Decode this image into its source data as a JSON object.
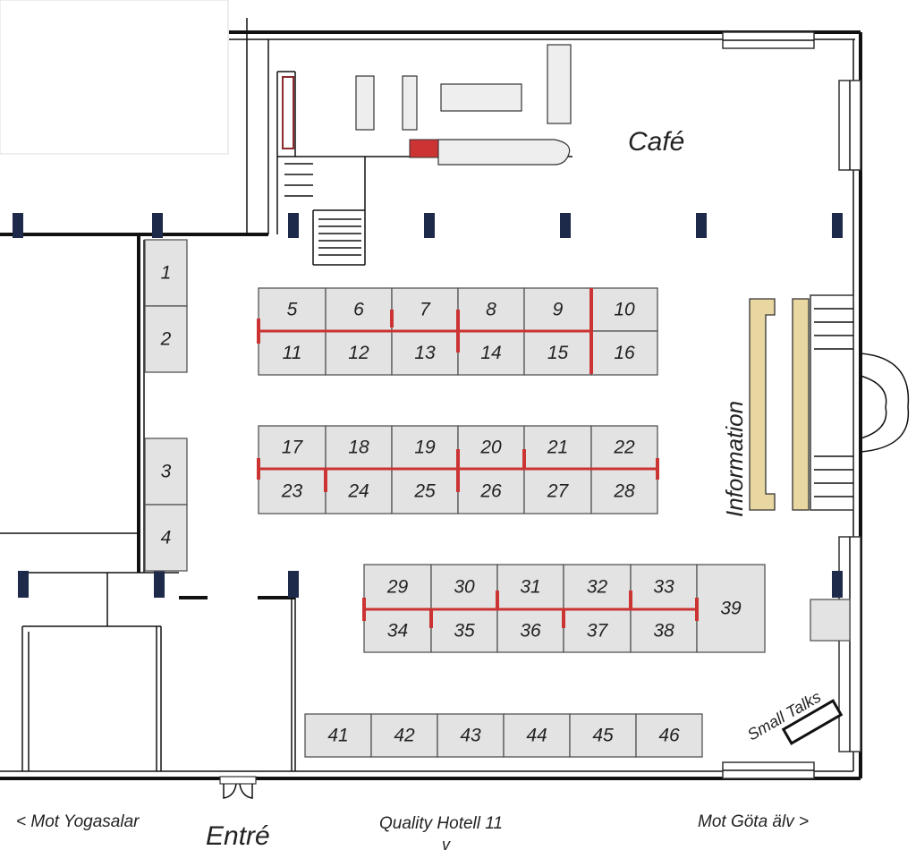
{
  "labels": {
    "cafe": "Café",
    "information": "Information",
    "small_talks": "Small Talks",
    "entrance": "Entré",
    "left_direction": "< Mot Yogasalar",
    "center_direction": "Quality Hotell 11",
    "center_arrow": "v",
    "right_direction": "Mot Göta älv >"
  },
  "booths": [
    {
      "id": "1",
      "label": "1"
    },
    {
      "id": "2",
      "label": "2"
    },
    {
      "id": "3",
      "label": "3"
    },
    {
      "id": "4",
      "label": "4"
    },
    {
      "id": "5",
      "label": "5"
    },
    {
      "id": "6",
      "label": "6"
    },
    {
      "id": "7",
      "label": "7"
    },
    {
      "id": "8",
      "label": "8"
    },
    {
      "id": "9",
      "label": "9"
    },
    {
      "id": "10",
      "label": "10"
    },
    {
      "id": "11",
      "label": "11"
    },
    {
      "id": "12",
      "label": "12"
    },
    {
      "id": "13",
      "label": "13"
    },
    {
      "id": "14",
      "label": "14"
    },
    {
      "id": "15",
      "label": "15"
    },
    {
      "id": "16",
      "label": "16"
    },
    {
      "id": "17",
      "label": "17"
    },
    {
      "id": "18",
      "label": "18"
    },
    {
      "id": "19",
      "label": "19"
    },
    {
      "id": "20",
      "label": "20"
    },
    {
      "id": "21",
      "label": "21"
    },
    {
      "id": "22",
      "label": "22"
    },
    {
      "id": "23",
      "label": "23"
    },
    {
      "id": "24",
      "label": "24"
    },
    {
      "id": "25",
      "label": "25"
    },
    {
      "id": "26",
      "label": "26"
    },
    {
      "id": "27",
      "label": "27"
    },
    {
      "id": "28",
      "label": "28"
    },
    {
      "id": "29",
      "label": "29"
    },
    {
      "id": "30",
      "label": "30"
    },
    {
      "id": "31",
      "label": "31"
    },
    {
      "id": "32",
      "label": "32"
    },
    {
      "id": "33",
      "label": "33"
    },
    {
      "id": "34",
      "label": "34"
    },
    {
      "id": "35",
      "label": "35"
    },
    {
      "id": "36",
      "label": "36"
    },
    {
      "id": "37",
      "label": "37"
    },
    {
      "id": "38",
      "label": "38"
    },
    {
      "id": "39",
      "label": "39"
    },
    {
      "id": "41",
      "label": "41"
    },
    {
      "id": "42",
      "label": "42"
    },
    {
      "id": "43",
      "label": "43"
    },
    {
      "id": "44",
      "label": "44"
    },
    {
      "id": "45",
      "label": "45"
    },
    {
      "id": "46",
      "label": "46"
    }
  ],
  "colors": {
    "booth_fill": "#e3e3e3",
    "divider_red": "#cc3333",
    "information_desk": "#e8d7a0",
    "pillar": "#1e2a4a"
  }
}
